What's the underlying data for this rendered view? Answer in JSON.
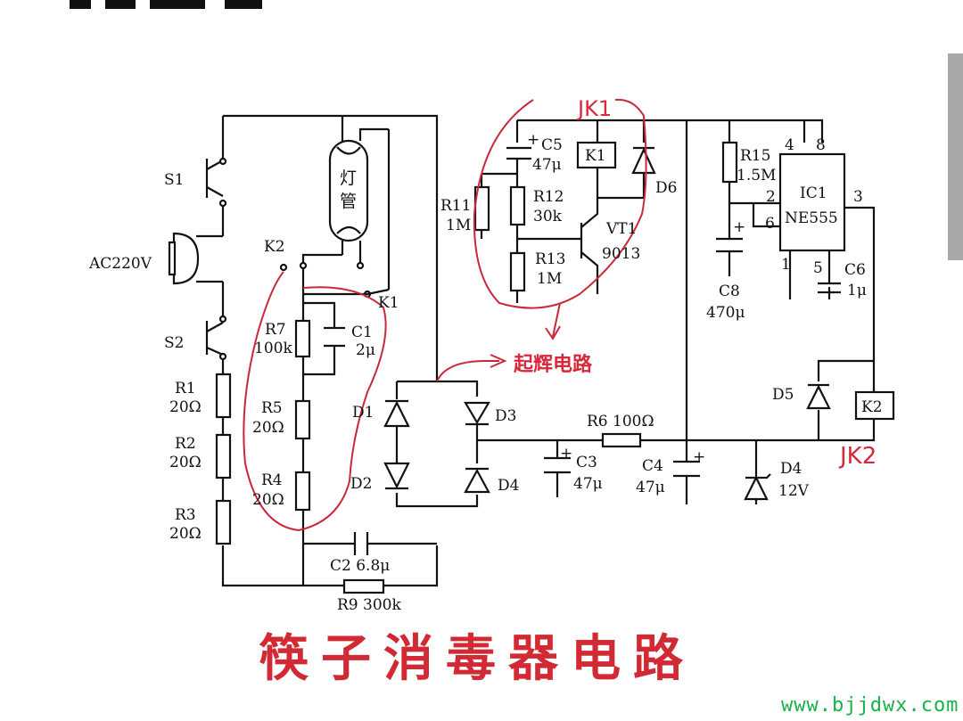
{
  "title": "筷子消毒器电路",
  "watermark_url": "www.bjjdwx.com",
  "annotations": {
    "jk1": "JK1",
    "jk2": "JK2",
    "glow": "起辉电路"
  },
  "labels": {
    "s1": "S1",
    "s2": "S2",
    "ac": "AC220V",
    "k2": "K2",
    "k1": "K1",
    "lamp1": "灯",
    "lamp2": "管",
    "r7": "R7",
    "r7v": "100k",
    "c1": "C1",
    "c1v": "2μ",
    "r5": "R5",
    "r5v": "20Ω",
    "r4": "R4",
    "r4v": "20Ω",
    "r1": "R1",
    "r1v": "20Ω",
    "r2": "R2",
    "r2v": "20Ω",
    "r3": "R3",
    "r3v": "20Ω",
    "d1": "D1",
    "d2": "D2",
    "d3": "D3",
    "d4": "D4",
    "c2": "C2  6.8μ",
    "r9": "R9  300k",
    "c5": "C5",
    "c5v": "47μ",
    "k1box": "K1",
    "r11": "R11",
    "r11v": "1M",
    "r12": "R12",
    "r12v": "30k",
    "r13": "R13",
    "r13v": "1M",
    "vt1": "VT1",
    "vt1v": "9013",
    "d6": "D6",
    "r6": "R6  100Ω",
    "c3": "C3",
    "c3v": "47μ",
    "c4": "C4",
    "c4v": "47μ",
    "d4z": "D4",
    "d4zv": "12V",
    "r15": "R15",
    "r15v": "1.5M",
    "c8": "C8",
    "c8v": "470μ",
    "ic1": "IC1",
    "ic1v": "NE555",
    "p4": "4",
    "p8": "8",
    "p2": "2",
    "p6": "6",
    "p3": "3",
    "p1": "1",
    "p5": "5",
    "c6": "C6",
    "c6v": "1μ",
    "d5": "D5",
    "k2box": "K2",
    "plus": "+"
  }
}
